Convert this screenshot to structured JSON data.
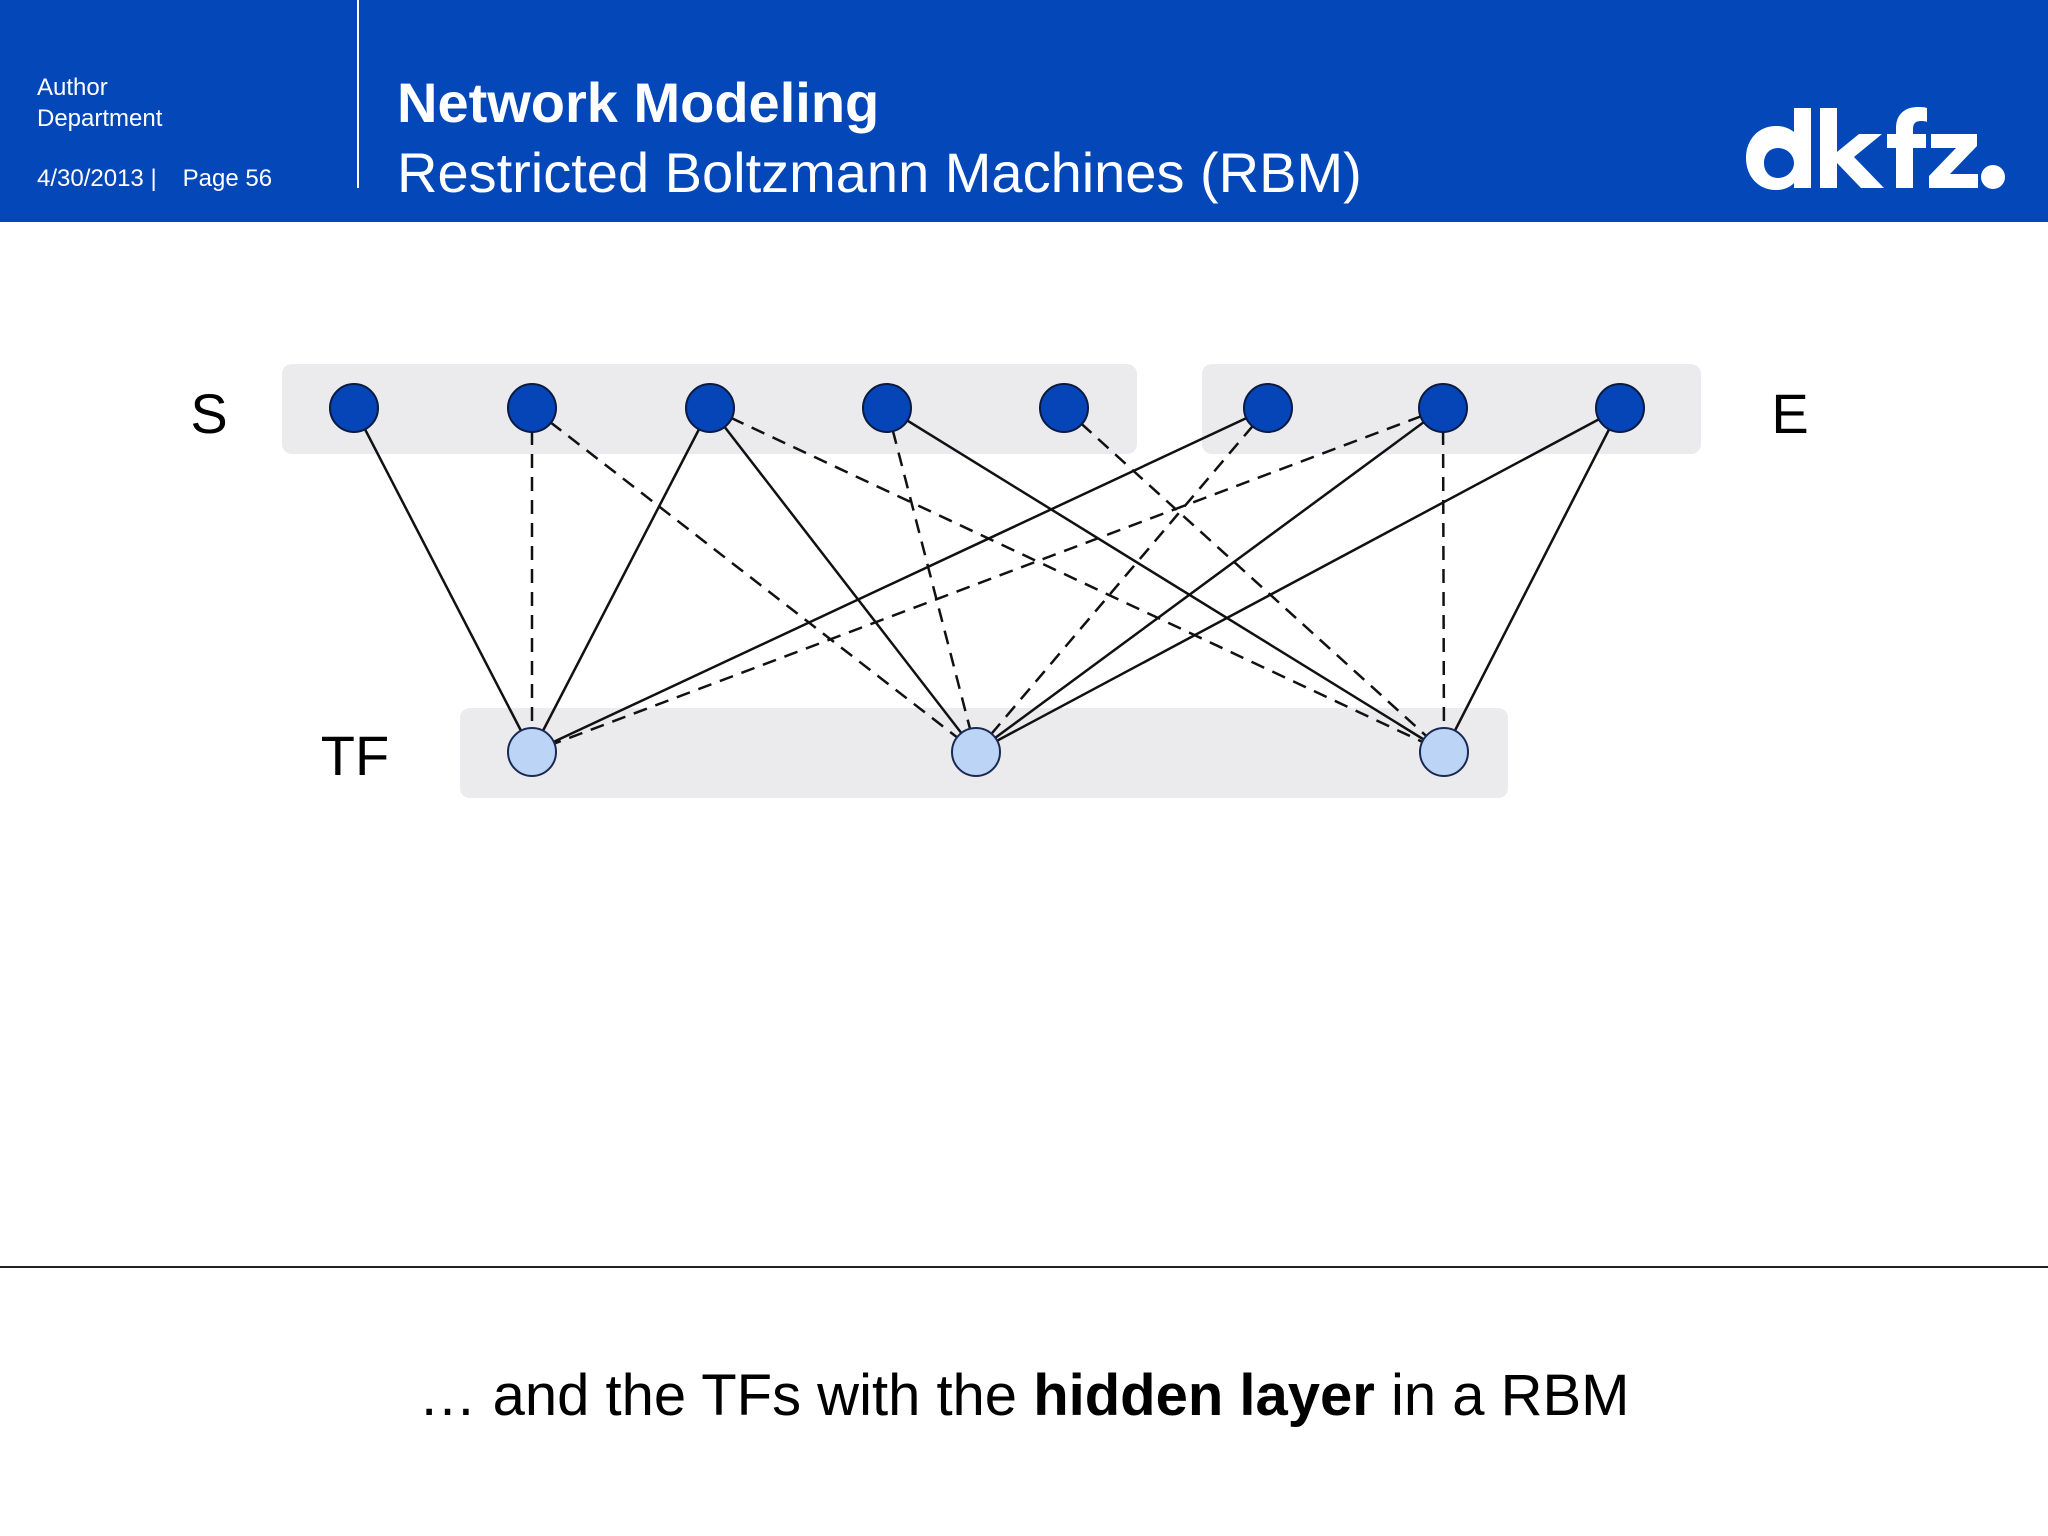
{
  "header": {
    "author": "Author",
    "department": "Department",
    "date": "4/30/2013 |",
    "page": "Page 56",
    "title": "Network Modeling",
    "subtitle": "Restricted Boltzmann Machines (RBM)",
    "logo_text": "dkfz.",
    "background_color": "#0447b9"
  },
  "diagram": {
    "labels": {
      "s": "S",
      "e": "E",
      "tf": "TF"
    },
    "colors": {
      "visible_node": "#0645b7",
      "hidden_node": "#bcd5f7",
      "group_background": "#ebebee",
      "edge": "#111111"
    },
    "visible_groups": [
      {
        "name": "S",
        "node_count": 5
      },
      {
        "name": "E",
        "node_count": 3
      }
    ],
    "hidden_group": {
      "name": "TF",
      "node_count": 3
    },
    "edges": [
      {
        "from": 0,
        "to": 0,
        "style": "solid"
      },
      {
        "from": 1,
        "to": 0,
        "style": "dashed"
      },
      {
        "from": 1,
        "to": 1,
        "style": "dashed"
      },
      {
        "from": 2,
        "to": 0,
        "style": "solid"
      },
      {
        "from": 2,
        "to": 1,
        "style": "solid"
      },
      {
        "from": 2,
        "to": 2,
        "style": "dashed"
      },
      {
        "from": 3,
        "to": 1,
        "style": "dashed"
      },
      {
        "from": 3,
        "to": 2,
        "style": "solid"
      },
      {
        "from": 4,
        "to": 2,
        "style": "dashed"
      },
      {
        "from": 5,
        "to": 0,
        "style": "solid"
      },
      {
        "from": 5,
        "to": 1,
        "style": "dashed"
      },
      {
        "from": 6,
        "to": 0,
        "style": "dashed"
      },
      {
        "from": 6,
        "to": 1,
        "style": "solid"
      },
      {
        "from": 6,
        "to": 2,
        "style": "dashed"
      },
      {
        "from": 7,
        "to": 1,
        "style": "solid"
      },
      {
        "from": 7,
        "to": 2,
        "style": "solid"
      }
    ]
  },
  "caption": {
    "prefix": "… and the TFs with the ",
    "emphasis": "hidden layer",
    "suffix": " in a RBM"
  }
}
